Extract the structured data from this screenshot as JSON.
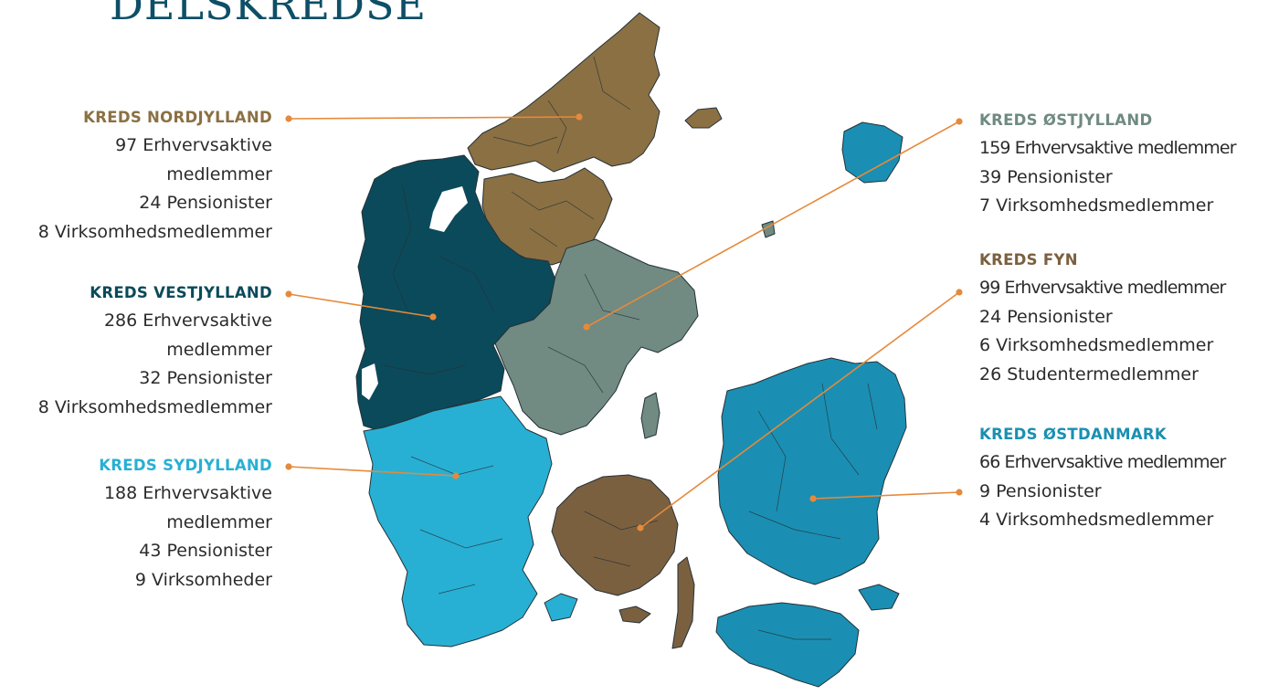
{
  "title": "DELSKREDSE",
  "colors": {
    "nordjylland": "#8b7043",
    "vestjylland": "#0b4a5a",
    "sydjylland": "#28b0d4",
    "ostjylland": "#718a82",
    "fyn": "#7b6040",
    "ostdanmark": "#1a8fb3",
    "leader": "#e58a3a"
  },
  "regions": {
    "nordjylland": {
      "heading": "KREDS NORDJYLLAND",
      "heading_color": "#8b7043",
      "lines": [
        "97 Erhvervsaktive",
        "medlemmer",
        "24 Pensionister",
        "8 Virksomhedsmedlemmer"
      ]
    },
    "vestjylland": {
      "heading": "KREDS VESTJYLLAND",
      "heading_color": "#0b4a5a",
      "lines": [
        "286 Erhvervsaktive",
        "medlemmer",
        "32 Pensionister",
        "8 Virksomhedsmedlemmer"
      ]
    },
    "sydjylland": {
      "heading": "KREDS SYDJYLLAND",
      "heading_color": "#28b0d4",
      "lines": [
        "188 Erhvervsaktive",
        "medlemmer",
        "43 Pensionister",
        "9 Virksomheder"
      ]
    },
    "ostjylland": {
      "heading": "KREDS ØSTJYLLAND",
      "heading_color": "#6f8a82",
      "lines": [
        "159 Erhvervsaktive medlemmer",
        "39 Pensionister",
        "7 Virksomhedsmedlemmer"
      ]
    },
    "fyn": {
      "heading": "KREDS FYN",
      "heading_color": "#7b6040",
      "lines": [
        "99 Erhvervsaktive medlemmer",
        "24 Pensionister",
        "6 Virksomhedsmedlemmer",
        "26 Studentermedlemmer"
      ]
    },
    "ostdanmark": {
      "heading": "KREDS ØSTDANMARK",
      "heading_color": "#1a8fb3",
      "lines": [
        "66 Erhvervsaktive medlemmer",
        "9 Pensionister",
        "4 Virksomhedsmedlemmer"
      ]
    }
  }
}
